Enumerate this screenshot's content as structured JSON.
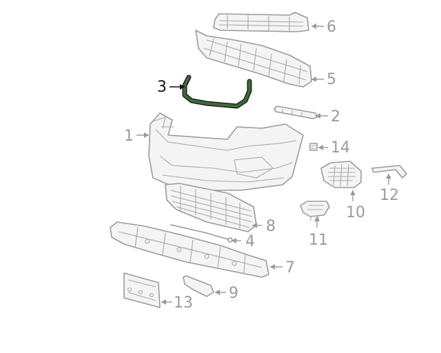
{
  "diagram": {
    "highlight_color": "#3d6a3a",
    "active_callout_color": "#111111",
    "inactive_color": "#9a9a9a",
    "callouts": [
      {
        "id": "c1",
        "label": "1"
      },
      {
        "id": "c2",
        "label": "2"
      },
      {
        "id": "c3",
        "label": "3",
        "active": true
      },
      {
        "id": "c4",
        "label": "4"
      },
      {
        "id": "c5",
        "label": "5"
      },
      {
        "id": "c6",
        "label": "6"
      },
      {
        "id": "c7",
        "label": "7"
      },
      {
        "id": "c8",
        "label": "8"
      },
      {
        "id": "c9",
        "label": "9"
      },
      {
        "id": "c10",
        "label": "10"
      },
      {
        "id": "c11",
        "label": "11"
      },
      {
        "id": "c12",
        "label": "12"
      },
      {
        "id": "c13",
        "label": "13"
      },
      {
        "id": "c14",
        "label": "14"
      }
    ]
  }
}
